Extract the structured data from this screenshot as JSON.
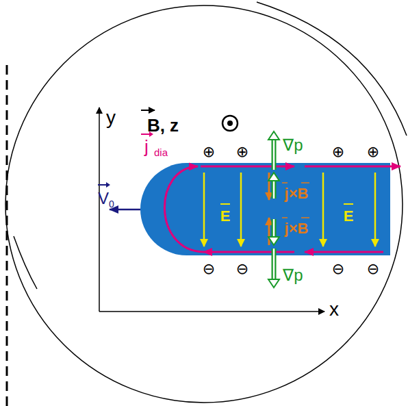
{
  "diagram": {
    "nodes": [
      {
        "text": [
          "E",
          "j×B",
          "j×B",
          "E"
        ]
      }
    ],
    "labels": [
      "y",
      "x",
      "B, z",
      "j",
      "dia",
      "V",
      "0",
      "∇p",
      "∇p",
      "⊕",
      "⊕",
      "⊕",
      "⊕",
      "⊖",
      "⊖",
      "⊖",
      "⊖"
    ]
  }
}
